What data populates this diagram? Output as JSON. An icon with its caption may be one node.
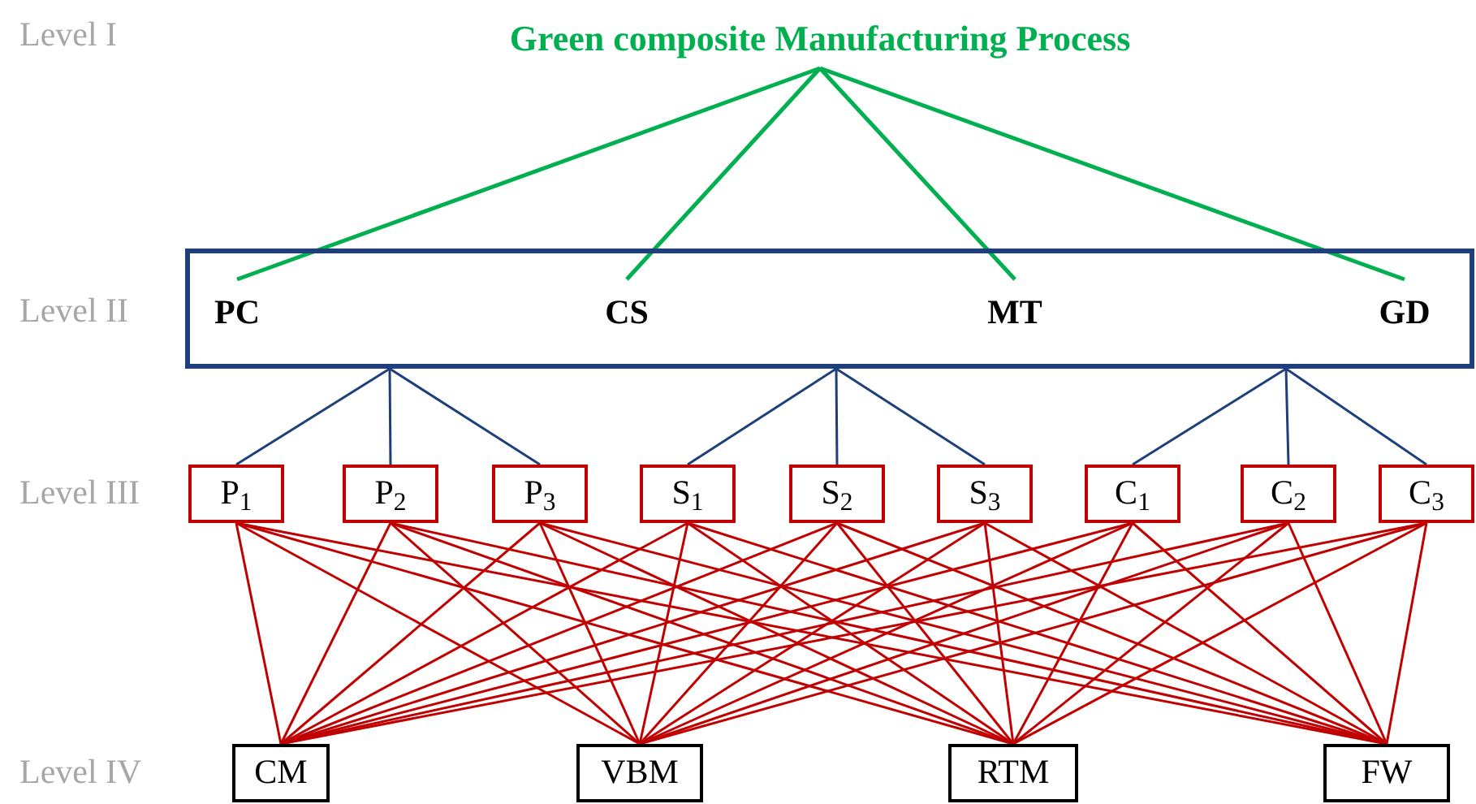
{
  "diagram": {
    "nodes": [
      {
        "text": [
          "Green composite Manufacturing Process"
        ]
      },
      {
        "text": [],
        "shape": "box"
      },
      {
        "text": [
          "PC"
        ],
        "in": 1
      },
      {
        "text": [
          "CS"
        ],
        "in": 1
      },
      {
        "text": [
          "MT"
        ],
        "in": 1
      },
      {
        "text": [
          "GD"
        ],
        "in": 1
      },
      {
        "text": [
          "P$_{1}$"
        ]
      },
      {
        "text": [
          "P$_{2}$"
        ]
      },
      {
        "text": [
          "P$_{3}$"
        ]
      },
      {
        "text": [
          "S$_{1}$"
        ]
      },
      {
        "text": [
          "S$_{2}$"
        ]
      },
      {
        "text": [
          "S$_{3}$"
        ]
      },
      {
        "text": [
          "C$_{1}$"
        ]
      },
      {
        "text": [
          "C$_{2}$"
        ]
      },
      {
        "text": [
          "C$_{3}$"
        ]
      },
      {
        "text": [
          "CM"
        ]
      },
      {
        "text": [
          "VBM"
        ]
      },
      {
        "text": [
          "RTM"
        ]
      },
      {
        "text": [
          "FW"
        ]
      }
    ],
    "edges": [
      {
        "from": 0,
        "to": 2,
        "arrow": "none",
        "color": "#00b050"
      },
      {
        "from": 0,
        "to": 3,
        "arrow": "none",
        "color": "#00b050"
      },
      {
        "from": 0,
        "to": 4,
        "arrow": "none",
        "color": "#00b050"
      },
      {
        "from": 0,
        "to": 5,
        "arrow": "none",
        "color": "#00b050"
      },
      {
        "from": 1,
        "to": 6,
        "arrow": "none",
        "color": "#1f3f7a"
      },
      {
        "from": 1,
        "to": 7,
        "arrow": "none",
        "color": "#1f3f7a"
      },
      {
        "from": 1,
        "to": 8,
        "arrow": "none",
        "color": "#1f3f7a"
      },
      {
        "from": 1,
        "to": 9,
        "arrow": "none",
        "color": "#1f3f7a"
      },
      {
        "from": 1,
        "to": 10,
        "arrow": "none",
        "color": "#1f3f7a"
      },
      {
        "from": 1,
        "to": 11,
        "arrow": "none",
        "color": "#1f3f7a"
      },
      {
        "from": 1,
        "to": 12,
        "arrow": "none",
        "color": "#1f3f7a"
      },
      {
        "from": 1,
        "to": 13,
        "arrow": "none",
        "color": "#1f3f7a"
      },
      {
        "from": 1,
        "to": 14,
        "arrow": "none",
        "color": "#1f3f7a"
      },
      {
        "from": 6,
        "to": 15,
        "arrow": "none"
      },
      {
        "from": 6,
        "to": 16,
        "arrow": "none"
      },
      {
        "from": 6,
        "to": 17,
        "arrow": "none"
      },
      {
        "from": 6,
        "to": 18,
        "arrow": "none"
      },
      {
        "from": 7,
        "to": 15,
        "arrow": "none"
      },
      {
        "from": 7,
        "to": 16,
        "arrow": "none"
      },
      {
        "from": 7,
        "to": 17,
        "arrow": "none"
      },
      {
        "from": 7,
        "to": 18,
        "arrow": "none"
      },
      {
        "from": 8,
        "to": 15,
        "arrow": "none"
      },
      {
        "from": 8,
        "to": 16,
        "arrow": "none"
      },
      {
        "from": 8,
        "to": 17,
        "arrow": "none"
      },
      {
        "from": 8,
        "to": 18,
        "arrow": "none"
      },
      {
        "from": 9,
        "to": 15,
        "arrow": "none"
      },
      {
        "from": 9,
        "to": 16,
        "arrow": "none"
      },
      {
        "from": 9,
        "to": 17,
        "arrow": "none"
      },
      {
        "from": 9,
        "to": 18,
        "arrow": "none"
      },
      {
        "from": 10,
        "to": 15,
        "arrow": "none"
      },
      {
        "from": 10,
        "to": 16,
        "arrow": "none"
      },
      {
        "from": 10,
        "to": 17,
        "arrow": "none"
      },
      {
        "from": 10,
        "to": 18,
        "arrow": "none"
      },
      {
        "from": 11,
        "to": 15,
        "arrow": "none"
      },
      {
        "from": 11,
        "to": 16,
        "arrow": "none"
      },
      {
        "from": 11,
        "to": 17,
        "arrow": "none"
      },
      {
        "from": 11,
        "to": 18,
        "arrow": "none"
      },
      {
        "from": 12,
        "to": 15,
        "arrow": "none"
      },
      {
        "from": 12,
        "to": 16,
        "arrow": "none"
      },
      {
        "from": 12,
        "to": 17,
        "arrow": "none"
      },
      {
        "from": 12,
        "to": 18,
        "arrow": "none"
      },
      {
        "from": 13,
        "to": 15,
        "arrow": "none"
      },
      {
        "from": 13,
        "to": 16,
        "arrow": "none"
      },
      {
        "from": 13,
        "to": 17,
        "arrow": "none"
      },
      {
        "from": 13,
        "to": 18,
        "arrow": "none"
      },
      {
        "from": 14,
        "to": 15,
        "arrow": "none"
      },
      {
        "from": 14,
        "to": 16,
        "arrow": "none"
      },
      {
        "from": 14,
        "to": 17,
        "arrow": "none"
      },
      {
        "from": 14,
        "to": 18,
        "arrow": "none"
      }
    ],
    "labels": [
      "Level I",
      "Level II",
      "Level III",
      "Level IV"
    ]
  }
}
